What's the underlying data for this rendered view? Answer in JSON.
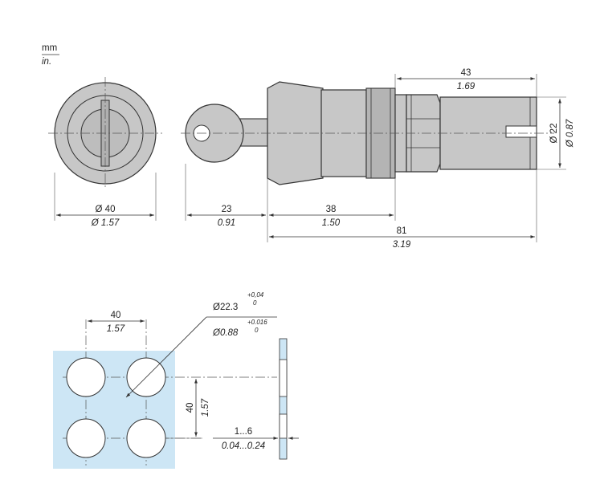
{
  "units": {
    "metric": "mm",
    "imperial": "in."
  },
  "colors": {
    "panel": "#cde6f5",
    "part": "#c7c7c7",
    "line": "#333333"
  },
  "dims": {
    "front_diameter_mm": "Ø 40",
    "front_diameter_in": "Ø 1.57",
    "key_length_mm": "23",
    "key_length_in": "0.91",
    "head_length_mm": "38",
    "head_length_in": "1.50",
    "total_length_mm": "81",
    "total_length_in": "3.19",
    "rear_length_mm": "43",
    "rear_length_in": "1.69",
    "body_diameter_mm": "Ø 22",
    "body_diameter_in": "Ø 0.87"
  },
  "cutout": {
    "spacing_h_mm": "40",
    "spacing_h_in": "1.57",
    "spacing_v_mm": "40",
    "spacing_v_in": "1.57",
    "hole_diameter_mm": "Ø22.3",
    "hole_tol_mm_upper": "+0,04",
    "hole_tol_mm_lower": "0",
    "hole_diameter_in": "Ø0.88",
    "hole_tol_in_upper": "+0.016",
    "hole_tol_in_lower": "0",
    "panel_thickness_mm": "1...6",
    "panel_thickness_in": "0.04...0.24"
  }
}
